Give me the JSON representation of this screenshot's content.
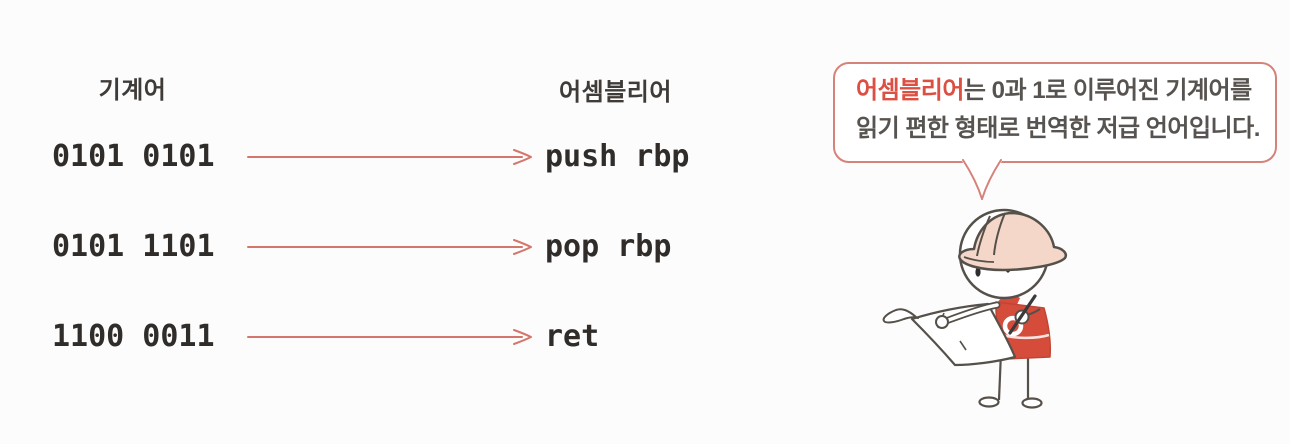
{
  "mapping": {
    "machine_header": "기계어",
    "assembly_header": "어셈블리어",
    "rows": [
      {
        "machine": "0101 0101",
        "assembly": "push rbp"
      },
      {
        "machine": "0101 1101",
        "assembly": "pop rbp"
      },
      {
        "machine": "1100 0011",
        "assembly": "ret"
      }
    ]
  },
  "speech_bubble": {
    "highlight": "어셈블리어",
    "line1_rest": "는 0과 1로 이루어진 기계어를",
    "line2": "읽기 편한 형태로 번역한 저급 언어입니다."
  },
  "character": {
    "name": "engineer-reading-blueprint"
  },
  "colors": {
    "accent_red": "#dc4f43",
    "arrow_red": "#d4766c",
    "bubble_border": "#d5827a",
    "code_text": "#2f2c2a",
    "bubble_text": "#575350",
    "vest_red": "#d64c3b",
    "hat_peach": "#f4d7c9",
    "outline_gray": "#55504a",
    "background": "#fcfcfc"
  }
}
